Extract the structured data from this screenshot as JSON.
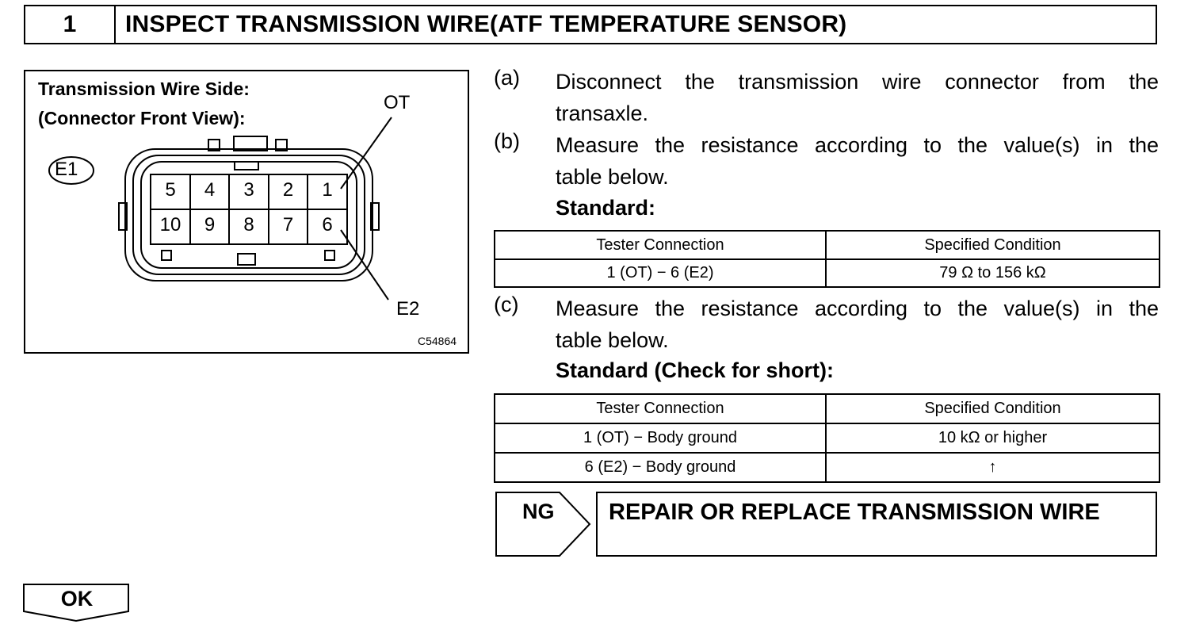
{
  "step": {
    "number": "1",
    "title": "INSPECT TRANSMISSION WIRE(ATF TEMPERATURE SENSOR)"
  },
  "figure": {
    "title_line1": "Transmission Wire Side:",
    "title_line2": "(Connector Front View):",
    "connector_id": "E1",
    "label_ot": "OT",
    "label_e2": "E2",
    "code": "C54864",
    "pins_top": [
      "5",
      "4",
      "3",
      "2",
      "1"
    ],
    "pins_bottom": [
      "10",
      "9",
      "8",
      "7",
      "6"
    ]
  },
  "instructions": {
    "a": {
      "letter": "(a)",
      "line1": "Disconnect the transmission wire connector from the",
      "line2": "transaxle."
    },
    "b": {
      "letter": "(b)",
      "line1": "Measure the resistance according to the value(s) in the",
      "line2": "table below.",
      "standard": "Standard:"
    },
    "c": {
      "letter": "(c)",
      "line1": "Measure the resistance according to the value(s) in the",
      "line2": "table below.",
      "standard": "Standard (Check for short):"
    }
  },
  "table1": {
    "headers": [
      "Tester Connection",
      "Specified Condition"
    ],
    "rows": [
      [
        "1 (OT) − 6 (E2)",
        "79 Ω to 156 kΩ"
      ]
    ]
  },
  "table2": {
    "headers": [
      "Tester Connection",
      "Specified Condition"
    ],
    "rows": [
      [
        "1 (OT) − Body ground",
        "10 kΩ or higher"
      ],
      [
        "6 (E2) − Body ground",
        "↑"
      ]
    ]
  },
  "result": {
    "ng_label": "NG",
    "ng_action": "REPAIR OR REPLACE TRANSMISSION WIRE",
    "ok_label": "OK"
  }
}
